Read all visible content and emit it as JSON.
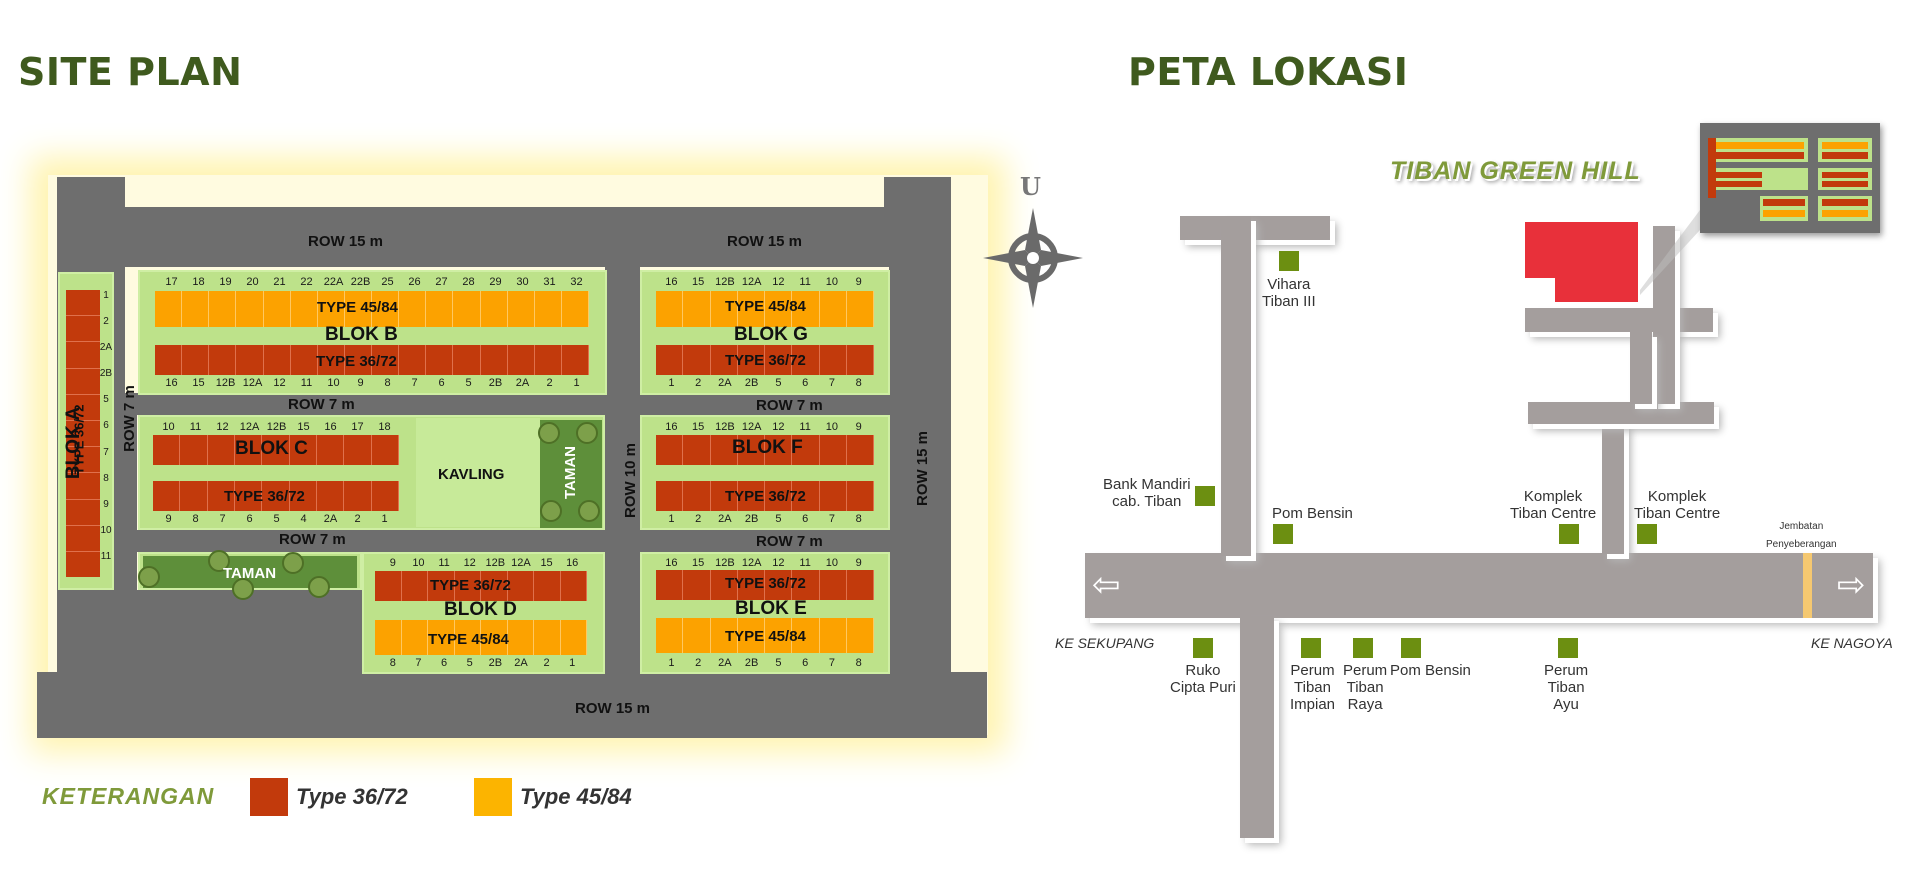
{
  "site_plan": {
    "title": "SITE PLAN",
    "roads": {
      "top_left": "ROW 15 m",
      "top_right": "ROW 15 m",
      "bottom": "ROW 15 m",
      "right": "ROW 15 m",
      "middle": "ROW 10 m",
      "left": "ROW 7 m",
      "row_bc": "ROW 7 m",
      "row_gf": "ROW 7 m",
      "row_ct": "ROW 7 m",
      "row_fe": "ROW 7 m"
    },
    "blok_a": {
      "name": "BLOK A",
      "type": "TYPE 36/72",
      "numbers": [
        "1",
        "2",
        "2A",
        "2B",
        "5",
        "6",
        "7",
        "8",
        "9",
        "10",
        "11"
      ]
    },
    "blok_b": {
      "name": "BLOK B",
      "type_top": "TYPE 45/84",
      "type_bottom": "TYPE 36/72",
      "top_numbers": [
        "17",
        "18",
        "19",
        "20",
        "21",
        "22",
        "22A",
        "22B",
        "25",
        "26",
        "27",
        "28",
        "29",
        "30",
        "31",
        "32"
      ],
      "bottom_numbers": [
        "16",
        "15",
        "12B",
        "12A",
        "12",
        "11",
        "10",
        "9",
        "8",
        "7",
        "6",
        "5",
        "2B",
        "2A",
        "2",
        "1"
      ]
    },
    "blok_g": {
      "name": "BLOK G",
      "type_top": "TYPE 45/84",
      "type_bottom": "TYPE 36/72",
      "top_numbers": [
        "16",
        "15",
        "12B",
        "12A",
        "12",
        "11",
        "10",
        "9"
      ],
      "bottom_numbers": [
        "1",
        "2",
        "2A",
        "2B",
        "5",
        "6",
        "7",
        "8"
      ]
    },
    "blok_c": {
      "name": "BLOK C",
      "type": "TYPE 36/72",
      "top_numbers": [
        "10",
        "11",
        "12",
        "12A",
        "12B",
        "15",
        "16",
        "17",
        "18"
      ],
      "bottom_numbers": [
        "9",
        "8",
        "7",
        "6",
        "5",
        "4",
        "2A",
        "2",
        "1"
      ]
    },
    "blok_f": {
      "name": "BLOK F",
      "type": "TYPE 36/72",
      "top_numbers": [
        "16",
        "15",
        "12B",
        "12A",
        "12",
        "11",
        "10",
        "9"
      ],
      "bottom_numbers": [
        "1",
        "2",
        "2A",
        "2B",
        "5",
        "6",
        "7",
        "8"
      ]
    },
    "blok_d": {
      "name": "BLOK D",
      "type_top": "TYPE 36/72",
      "type_bottom": "TYPE 45/84",
      "top_numbers": [
        "9",
        "10",
        "11",
        "12",
        "12B",
        "12A",
        "15",
        "16"
      ],
      "bottom_numbers": [
        "8",
        "7",
        "6",
        "5",
        "2B",
        "2A",
        "2",
        "1"
      ]
    },
    "blok_e": {
      "name": "BLOK E",
      "type_top": "TYPE 36/72",
      "type_bottom": "TYPE 45/84",
      "top_numbers": [
        "16",
        "15",
        "12B",
        "12A",
        "12",
        "11",
        "10",
        "9"
      ],
      "bottom_numbers": [
        "1",
        "2",
        "2A",
        "2B",
        "5",
        "6",
        "7",
        "8"
      ]
    },
    "kavling": "KAVLING",
    "taman_right": "TAMAN",
    "taman_bottom": "TAMAN"
  },
  "legend": {
    "title": "KETERANGAN",
    "items": [
      {
        "label": "Type 36/72",
        "color": "#c23a0c"
      },
      {
        "label": "Type 45/84",
        "color": "#fcb400"
      }
    ]
  },
  "location_map": {
    "title": "PETA LOKASI",
    "compass": "U",
    "project_name": "TIBAN GREEN HILL",
    "project_color": "#e8303a",
    "marker_color": "#6c8f11",
    "directions": {
      "left": "KE SEKUPANG",
      "right": "KE NAGOYA"
    },
    "bridge": "Jembatan\nPenyeberangan",
    "landmarks": {
      "vihara": "Vihara\nTiban III",
      "bank": "Bank Mandiri\ncab. Tiban",
      "pom1": "Pom Bensin",
      "komplek1": "Komplek\nTiban Centre",
      "komplek2": "Komplek\nTiban Centre",
      "ruko": "Ruko\nCipta Puri",
      "impian": "Perum\nTiban\nImpian",
      "raya": "Perum\nTiban\nRaya",
      "pom2": "Pom Bensin",
      "ayu": "Perum\nTiban\nAyu"
    },
    "arrow_left": "⇦",
    "arrow_right": "⇨"
  }
}
